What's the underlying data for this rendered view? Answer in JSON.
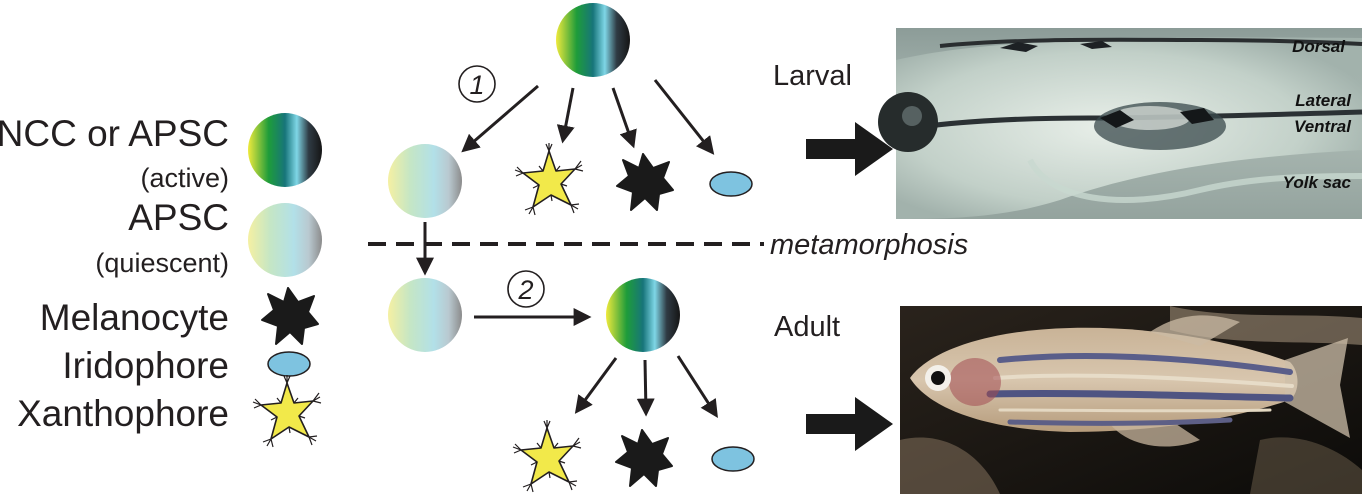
{
  "legend": {
    "ncc_label": "NCC or APSC",
    "ncc_sub": "(active)",
    "apsc_label": "APSC",
    "apsc_sub": "(quiescent)",
    "melanocyte": "Melanocyte",
    "iridophore": "Iridophore",
    "xanthophore": "Xanthophore"
  },
  "steps": {
    "step1": "1",
    "step2": "2"
  },
  "labels": {
    "metamorphosis": "metamorphosis",
    "larval": "Larval",
    "adult": "Adult"
  },
  "larval_photo": {
    "dorsal": "Dorsal",
    "lateral": "Lateral",
    "ventral": "Ventral",
    "yolk_sac": "Yolk sac"
  },
  "colors": {
    "text": "#231f20",
    "xanthophore": "#f2e94a",
    "iridophore": "#7ec3e0",
    "melanocyte": "#1a1a1a",
    "active_gradient": [
      "#e8e43a",
      "#1f9a3c",
      "#1a7a7a",
      "#6fd0e0",
      "#2a2a2a"
    ],
    "quiescent_gradient": [
      "#f4f0a0",
      "#bfe3c0",
      "#a8dce3",
      "#b7dfe8",
      "#8a8a8a"
    ]
  }
}
